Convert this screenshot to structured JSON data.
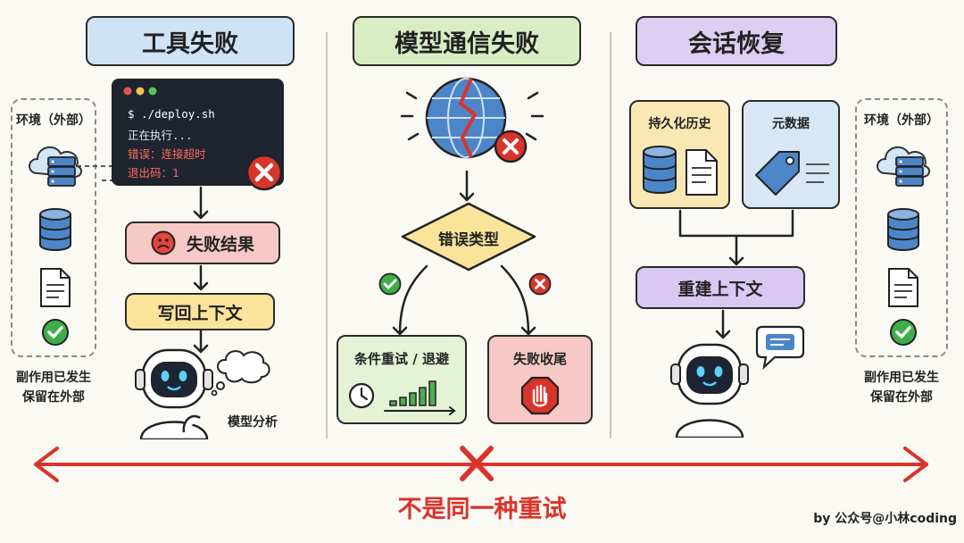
{
  "columns": {
    "tool_failure": {
      "title": "工具失败"
    },
    "model_failure": {
      "title": "模型通信失败"
    },
    "session_recovery": {
      "title": "会话恢复"
    }
  },
  "left_env": {
    "label": "环境（外部）",
    "note_line1": "副作用已发生",
    "note_line2": "保留在外部"
  },
  "right_env": {
    "label": "环境（外部）",
    "note_line1": "副作用已发生",
    "note_line2": "保留在外部"
  },
  "terminal": {
    "line1": "$ ./deploy.sh",
    "line2": "正在执行...",
    "line3": "错误：连接超时",
    "line4": "退出码：1"
  },
  "tool_flow": {
    "fail_result": "失败结果",
    "write_back": "写回上下文",
    "model_analysis": "模型分析"
  },
  "model_flow": {
    "error_type": "错误类型",
    "retry": "条件重试 / 退避",
    "fail_finish": "失败收尾"
  },
  "session_flow": {
    "history": "持久化历史",
    "metadata": "元数据",
    "rebuild": "重建上下文"
  },
  "footer": {
    "caption": "不是同一种重试",
    "credit": "by  公众号@小林coding"
  },
  "colors": {
    "blue_title": "#cfe3f6",
    "green_title": "#d9edc4",
    "purple_title": "#dccff3",
    "red": "#d9342b",
    "pink_box": "#f6c9c6",
    "yellow_box": "#f9e49a",
    "green_box": "#e4f2d6",
    "purple_box": "#d8c8f2"
  }
}
